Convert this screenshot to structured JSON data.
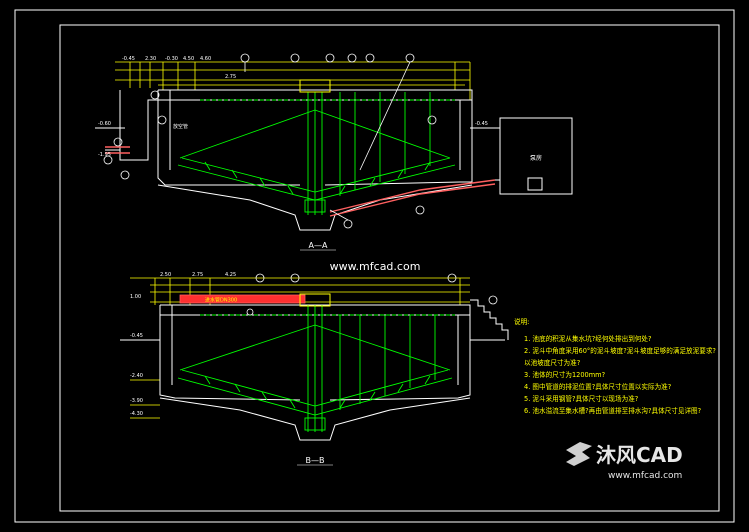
{
  "drawing": {
    "section_a_label": "A—A",
    "section_b_label": "B—B",
    "watermark_center": "www.mfcad.com",
    "brand_name": "沐风CAD",
    "brand_url": "www.mfcad.com",
    "pump_room_label": "泵房",
    "drain_label": "放空管",
    "pipe_tag_b": "进水管DN300"
  },
  "section_a_dims": [
    "-0.45",
    "2.30",
    "-0.30",
    "4.50",
    "4.60",
    "2.75",
    "-0.60",
    "-0.45",
    "-1.95"
  ],
  "section_b_dims": [
    "2.50",
    "2.75",
    "4.25",
    "1.00",
    "-0.45",
    "-2.40",
    "-3.90",
    "-4.30"
  ],
  "notes": {
    "title": "说明:",
    "items": [
      "1.  池底的积泥从集水坑?经何处排出到何处?",
      "2.  泥斗中角度采用60°的泥斗坡度?泥斗坡度足够的满足放泥要求?",
      "     以池坡度尺寸为准?",
      "3.  池体的尺寸为1200mm?",
      "4.  图中管道的排泥位置?具体尺寸位置以实际为准?",
      "5.  泥斗采用钢管?具体尺寸以现场为准?",
      "6.  池水溢流至集水槽?再由管道排至排水沟?具体尺寸见详图?"
    ]
  },
  "colors": {
    "frame": "#ffffff",
    "structure": "#ffffff",
    "sludge_hopper": "#00ff00",
    "dim_lines": "#ffff00",
    "pipes": "#ff6060",
    "notes_text": "#ffff00"
  }
}
